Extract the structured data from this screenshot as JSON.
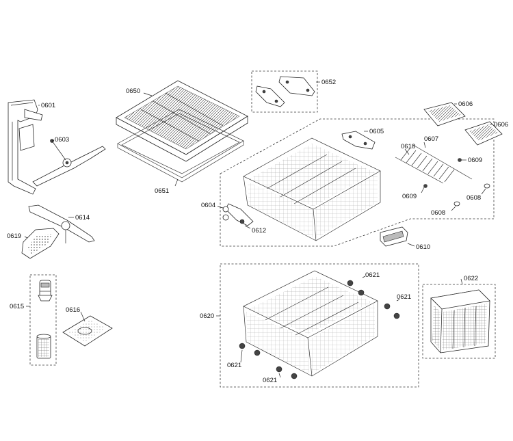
{
  "labels": {
    "p0601": "0601",
    "p0603": "0603",
    "p0614": "0614",
    "p0619": "0619",
    "p0615": "0615",
    "p0616": "0616",
    "p0650": "0650",
    "p0651": "0651",
    "p0652": "0652",
    "p0605": "0605",
    "p0606a": "0606",
    "p0606b": "0606",
    "p0607": "0607",
    "p0618": "0618",
    "p0609a": "0609",
    "p0609b": "0609",
    "p0608a": "0608",
    "p0608b": "0608",
    "p0604": "0604",
    "p0612": "0612",
    "p0610": "0610",
    "p0620": "0620",
    "p0621a": "0621",
    "p0621b": "0621",
    "p0621c": "0621",
    "p0621d": "0621",
    "p0622": "0622"
  }
}
